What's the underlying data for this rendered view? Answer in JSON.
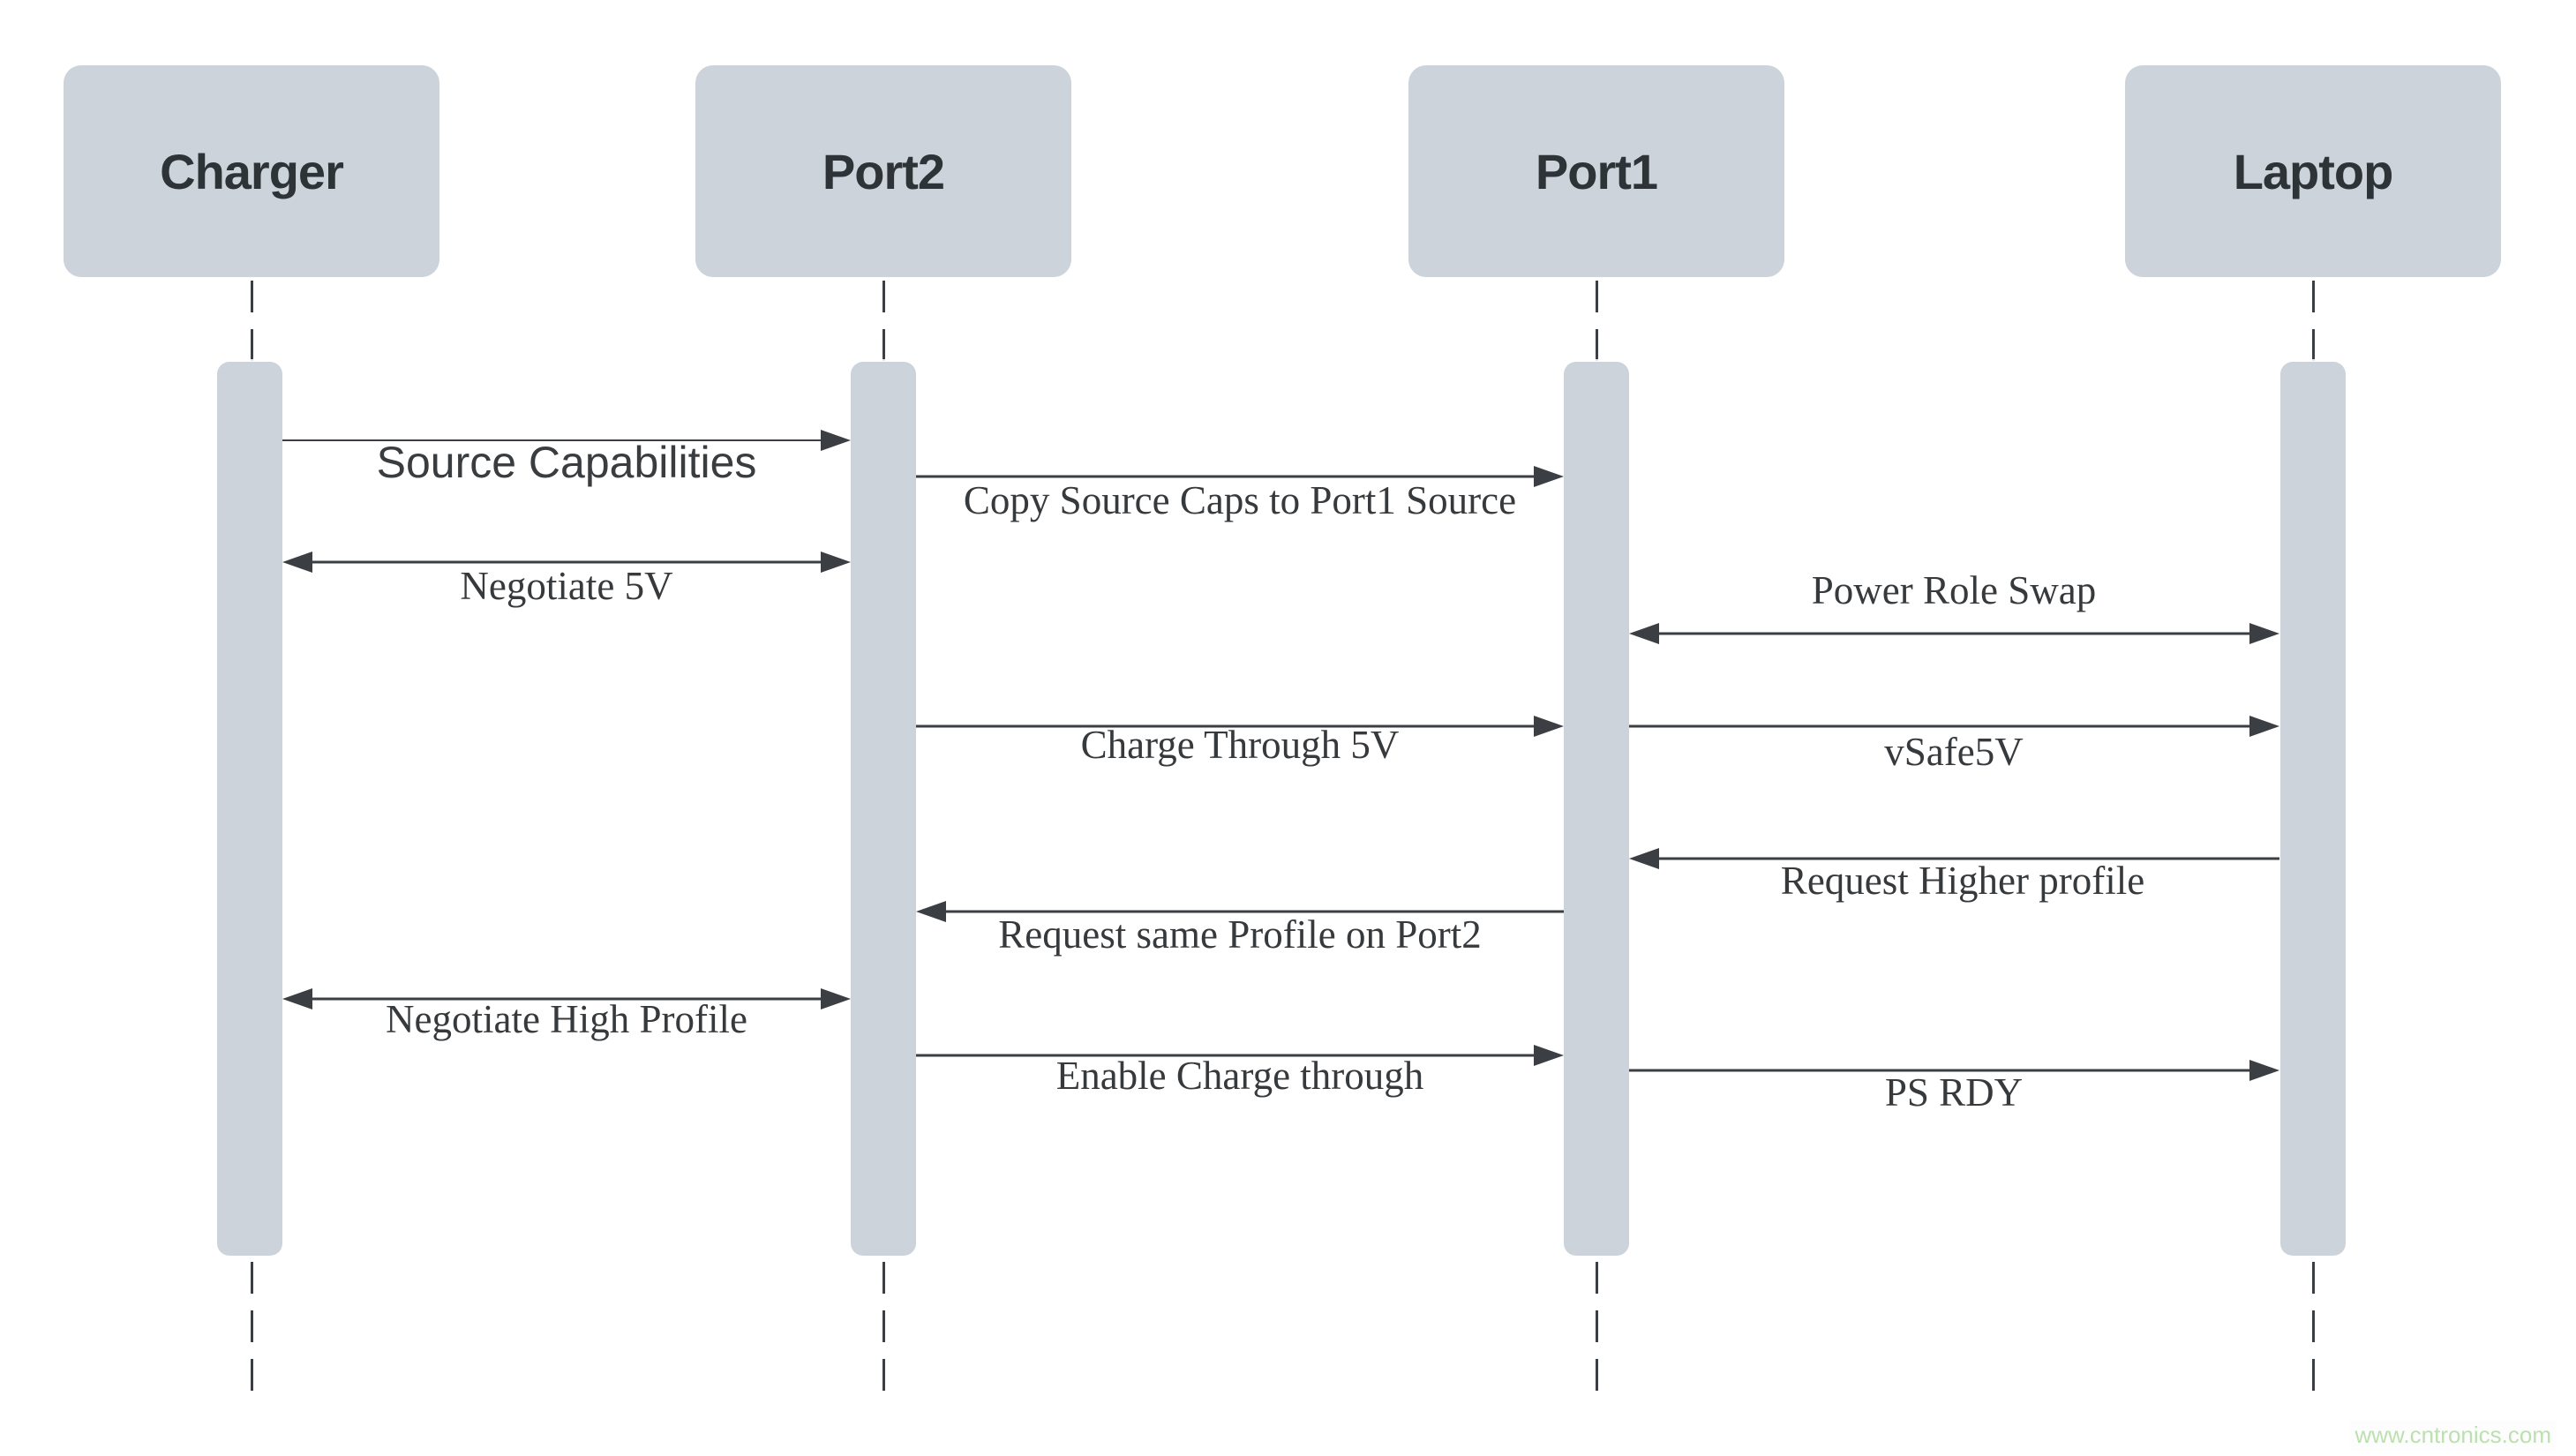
{
  "diagram": {
    "type": "sequence-diagram",
    "actors": [
      {
        "id": "charger",
        "label": "Charger"
      },
      {
        "id": "port2",
        "label": "Port2"
      },
      {
        "id": "port1",
        "label": "Port1"
      },
      {
        "id": "laptop",
        "label": "Laptop"
      }
    ],
    "messages": [
      {
        "from": "charger",
        "to": "port2",
        "direction": "right",
        "label": "Source Capabilities"
      },
      {
        "from": "port2",
        "to": "port1",
        "direction": "right",
        "label": "Copy Source Caps to Port1 Source"
      },
      {
        "from": "charger",
        "to": "port2",
        "direction": "both",
        "label": "Negotiate 5V"
      },
      {
        "from": "port1",
        "to": "laptop",
        "direction": "both",
        "label": "Power Role Swap"
      },
      {
        "from": "port2",
        "to": "port1",
        "direction": "right",
        "label": "Charge Through 5V"
      },
      {
        "from": "port1",
        "to": "laptop",
        "direction": "right",
        "label": "vSafe5V"
      },
      {
        "from": "laptop",
        "to": "port1",
        "direction": "left",
        "label": "Request Higher profile"
      },
      {
        "from": "port1",
        "to": "port2",
        "direction": "left",
        "label": "Request same Profile on Port2"
      },
      {
        "from": "charger",
        "to": "port2",
        "direction": "both",
        "label": "Negotiate High Profile"
      },
      {
        "from": "port2",
        "to": "port1",
        "direction": "right",
        "label": "Enable Charge through"
      },
      {
        "from": "port1",
        "to": "laptop",
        "direction": "right",
        "label": "PS RDY"
      }
    ],
    "watermark": {
      "text": "www.cntronics.com"
    },
    "colors": {
      "background": "#ffffff",
      "actor_fill": "#ccd3da",
      "line": "#3b3e42",
      "text": "#373a3d",
      "watermark": "#bce0af"
    }
  }
}
